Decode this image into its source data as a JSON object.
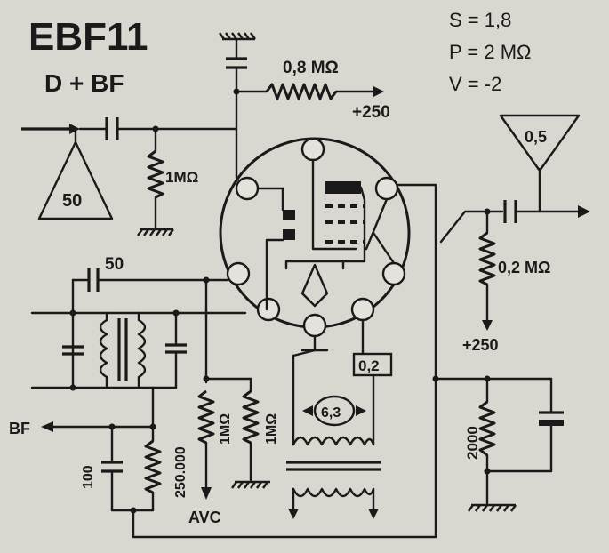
{
  "title": "EBF11",
  "subtitle": "D + BF",
  "params": {
    "s": "S = 1,8",
    "p": "P = 2 MΩ",
    "v": "V = -2"
  },
  "labels": {
    "r_anode": "0,8 MΩ",
    "b_plus_top": "+250",
    "r_grid": "1MΩ",
    "gain_in": "50",
    "gain_out": "0,5",
    "c_50": "50",
    "r_out": "0,2 MΩ",
    "b_plus_right": "+250",
    "r_avc1": "1MΩ",
    "r_avc2": "1MΩ",
    "heater_v": "6,3",
    "heater_i": "0,2",
    "r_cathode": "2000",
    "c_100": "100",
    "r_250k": "250.000",
    "bf": "BF",
    "avc": "AVC"
  }
}
